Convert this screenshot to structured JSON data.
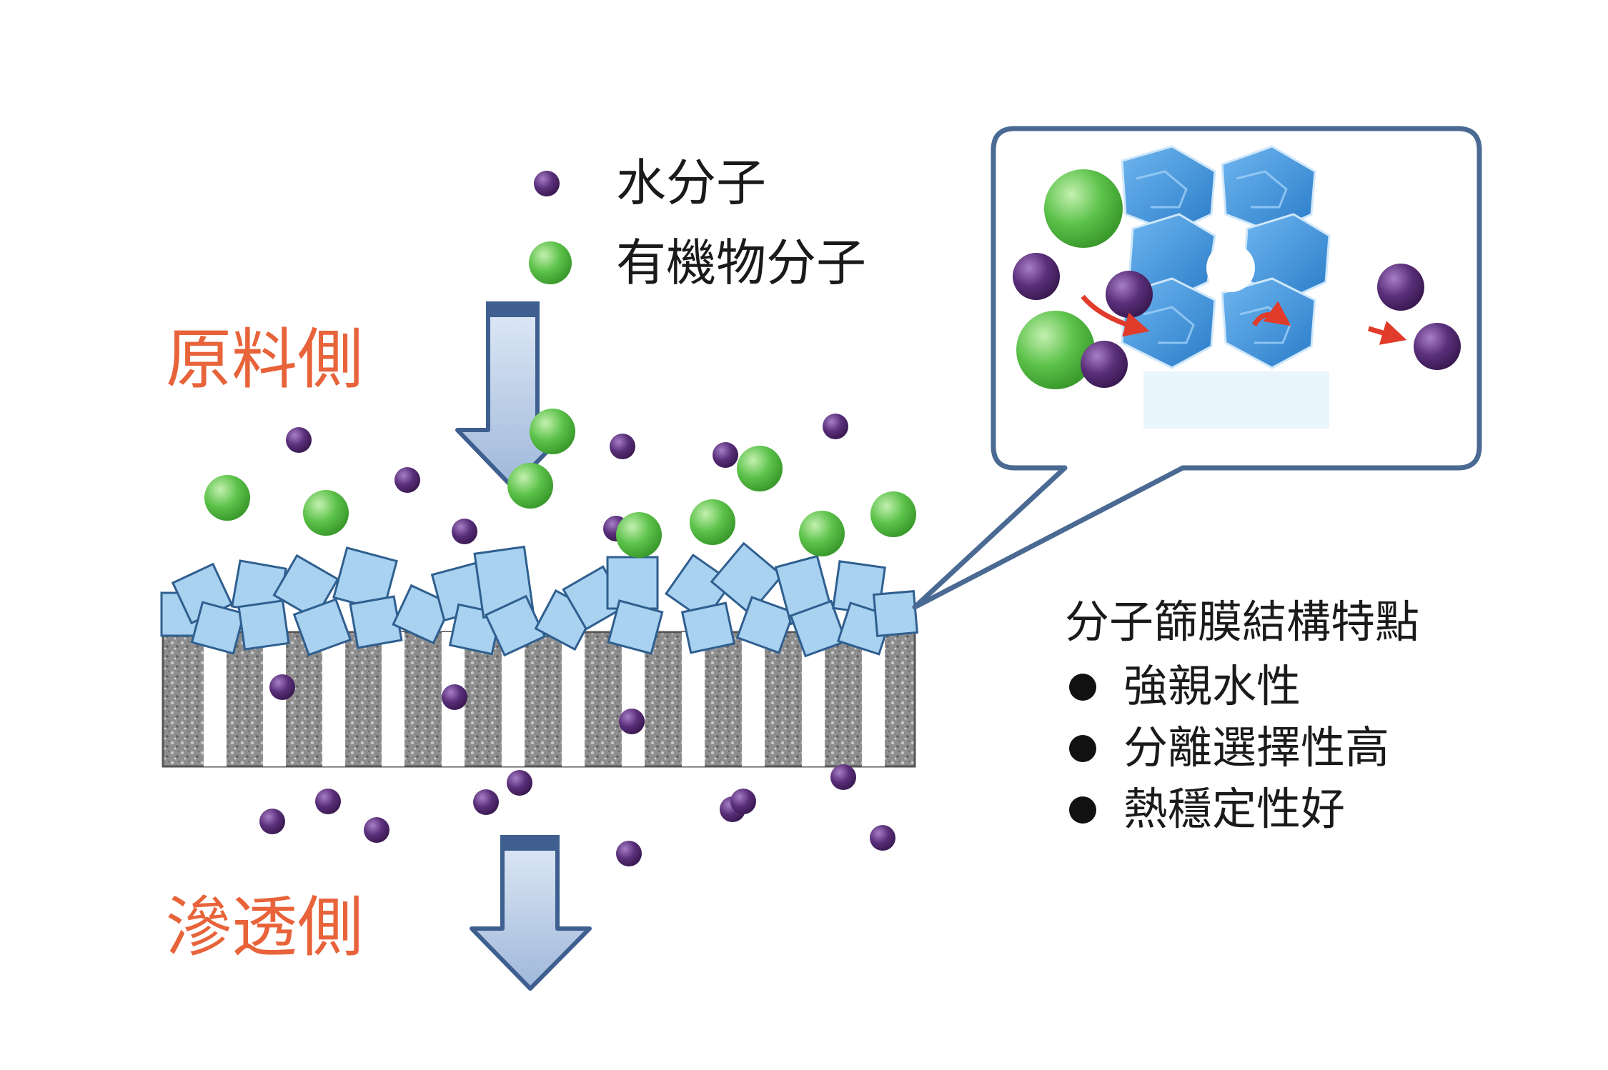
{
  "legend": {
    "water": {
      "label": "水分子",
      "color": "#5a2f7a"
    },
    "organic": {
      "label": "有機物分子",
      "color": "#5cc24a"
    }
  },
  "sides": {
    "feed": "原料側",
    "permeate": "滲透側",
    "color": "#e8633a"
  },
  "features": {
    "title": "分子篩膜結構特點",
    "items": [
      "強親水性",
      "分離選擇性高",
      "熱穩定性好"
    ]
  },
  "colors": {
    "crystal": "#a9d1f0",
    "zeolite": "#3a8fd8",
    "arrow_fill": "#b9cde6",
    "arrow_stroke": "#3e5f8f",
    "support": "#9a9a9a",
    "callout_border": "#4a6a93",
    "flow_arrow": "#e03b2b"
  }
}
